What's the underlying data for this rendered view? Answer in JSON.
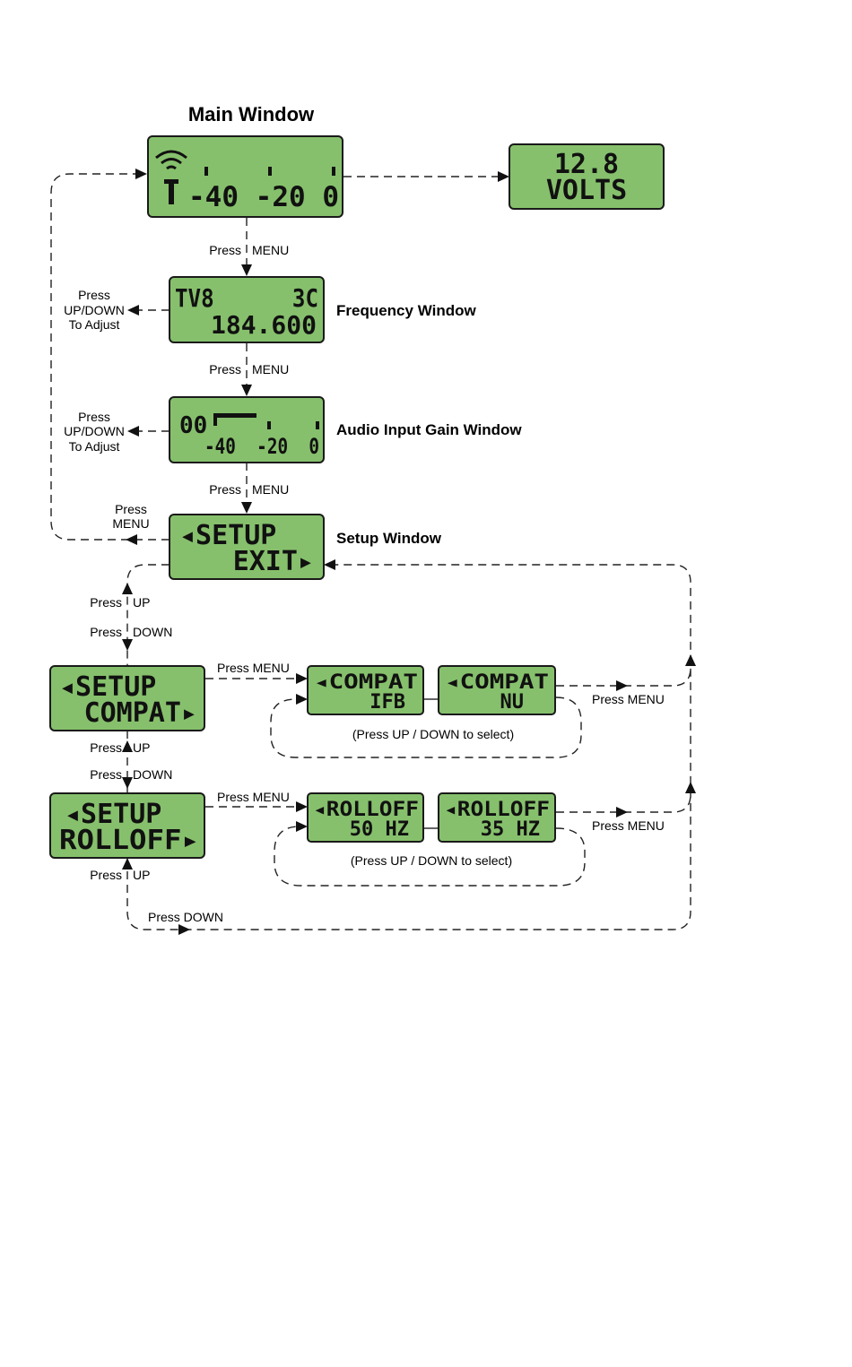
{
  "titles": {
    "main": "Main Window",
    "frequency": "Frequency Window",
    "audio": "Audio Input Gain Window",
    "setup": "Setup Window"
  },
  "lcd": {
    "main": {
      "scale": "-40   -20   0"
    },
    "volts": {
      "line1": "12.8",
      "line2": "VOLTS"
    },
    "frequency": {
      "line1": "TV8      3C",
      "line2": "184.600"
    },
    "audio": {
      "line1": "00",
      "line2": "-40  -20  0"
    },
    "setup_exit": {
      "line1": "◂SETUP",
      "line2": "EXIT▸"
    },
    "setup_compat": {
      "line1": "◂SETUP",
      "line2": "COMPAT▸"
    },
    "setup_rolloff": {
      "line1": "◂SETUP",
      "line2": "ROLLOFF▸"
    },
    "compat_ifb": {
      "line1": "◂COMPAT",
      "line2": "IFB"
    },
    "compat_nu": {
      "line1": "◂COMPAT",
      "line2": "NU"
    },
    "rolloff_50": {
      "line1": "◂ROLLOFF",
      "line2": "50 HZ"
    },
    "rolloff_35": {
      "line1": "◂ROLLOFF",
      "line2": "35 HZ"
    }
  },
  "labels": {
    "press": "Press",
    "menu": "MENU",
    "up": "UP",
    "down": "DOWN",
    "press_menu": "Press MENU",
    "press_down": "Press DOWN",
    "updown": "UP/DOWN",
    "to_adjust": "To Adjust",
    "select": "(Press UP / DOWN to select)"
  },
  "colors": {
    "lcd_green": "#86c06c"
  }
}
